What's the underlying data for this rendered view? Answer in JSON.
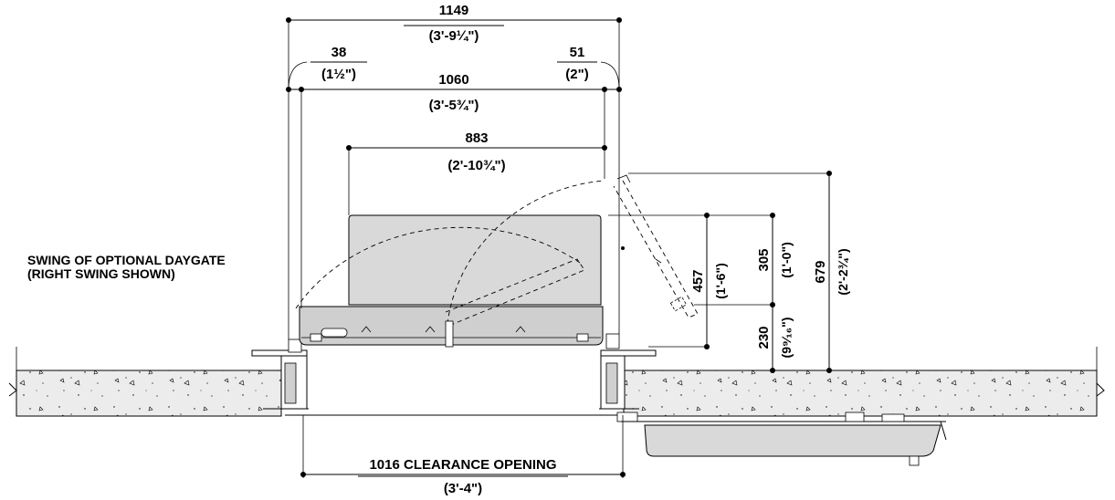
{
  "dimensions": {
    "overall_width": "1149",
    "overall_width_imperial": "(3'-9¼\")",
    "left_offset": "38",
    "left_offset_imperial": "(1½\")",
    "right_offset": "51",
    "right_offset_imperial": "(2\")",
    "inner_width": "1060",
    "inner_width_imperial": "(3'-5¾\")",
    "housing_width": "883",
    "housing_width_imperial": "(2'-10¾\")",
    "gate_height": "457",
    "gate_height_imperial": "(1'-6\")",
    "upper_height": "305",
    "upper_height_imperial": "(1'-0\")",
    "lower_height": "230",
    "lower_height_imperial": "(9⁹⁄₁₆\")",
    "total_height": "679",
    "total_height_imperial": "(2'-2¾\")",
    "clearance_opening": "1016 CLEARANCE OPENING",
    "clearance_opening_imperial": "(3'-4\")"
  },
  "notes": {
    "swing_line1": "SWING OF OPTIONAL DAYGATE",
    "swing_line2": "(RIGHT SWING SHOWN)"
  }
}
